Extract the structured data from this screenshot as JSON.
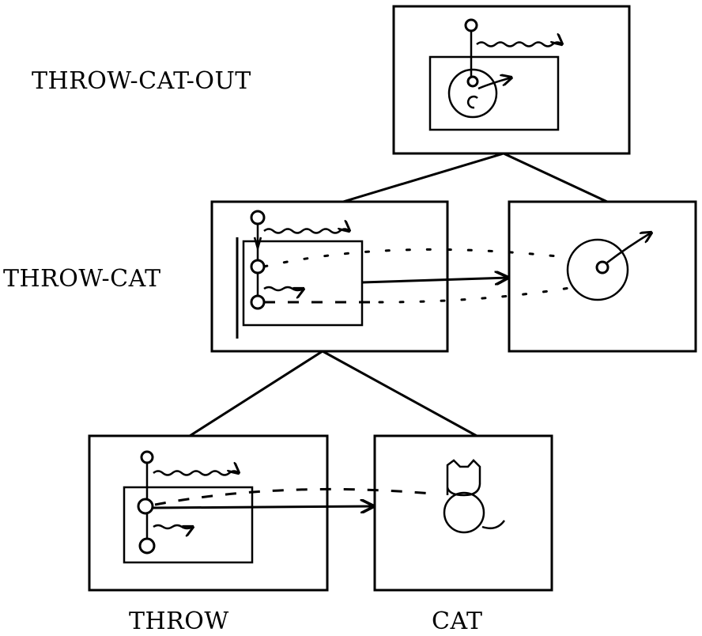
{
  "labels": {
    "throw_cat_out": "THROW-CAT-OUT",
    "throw_cat": "THROW-CAT",
    "throw": "THROW",
    "cat": "CAT"
  }
}
